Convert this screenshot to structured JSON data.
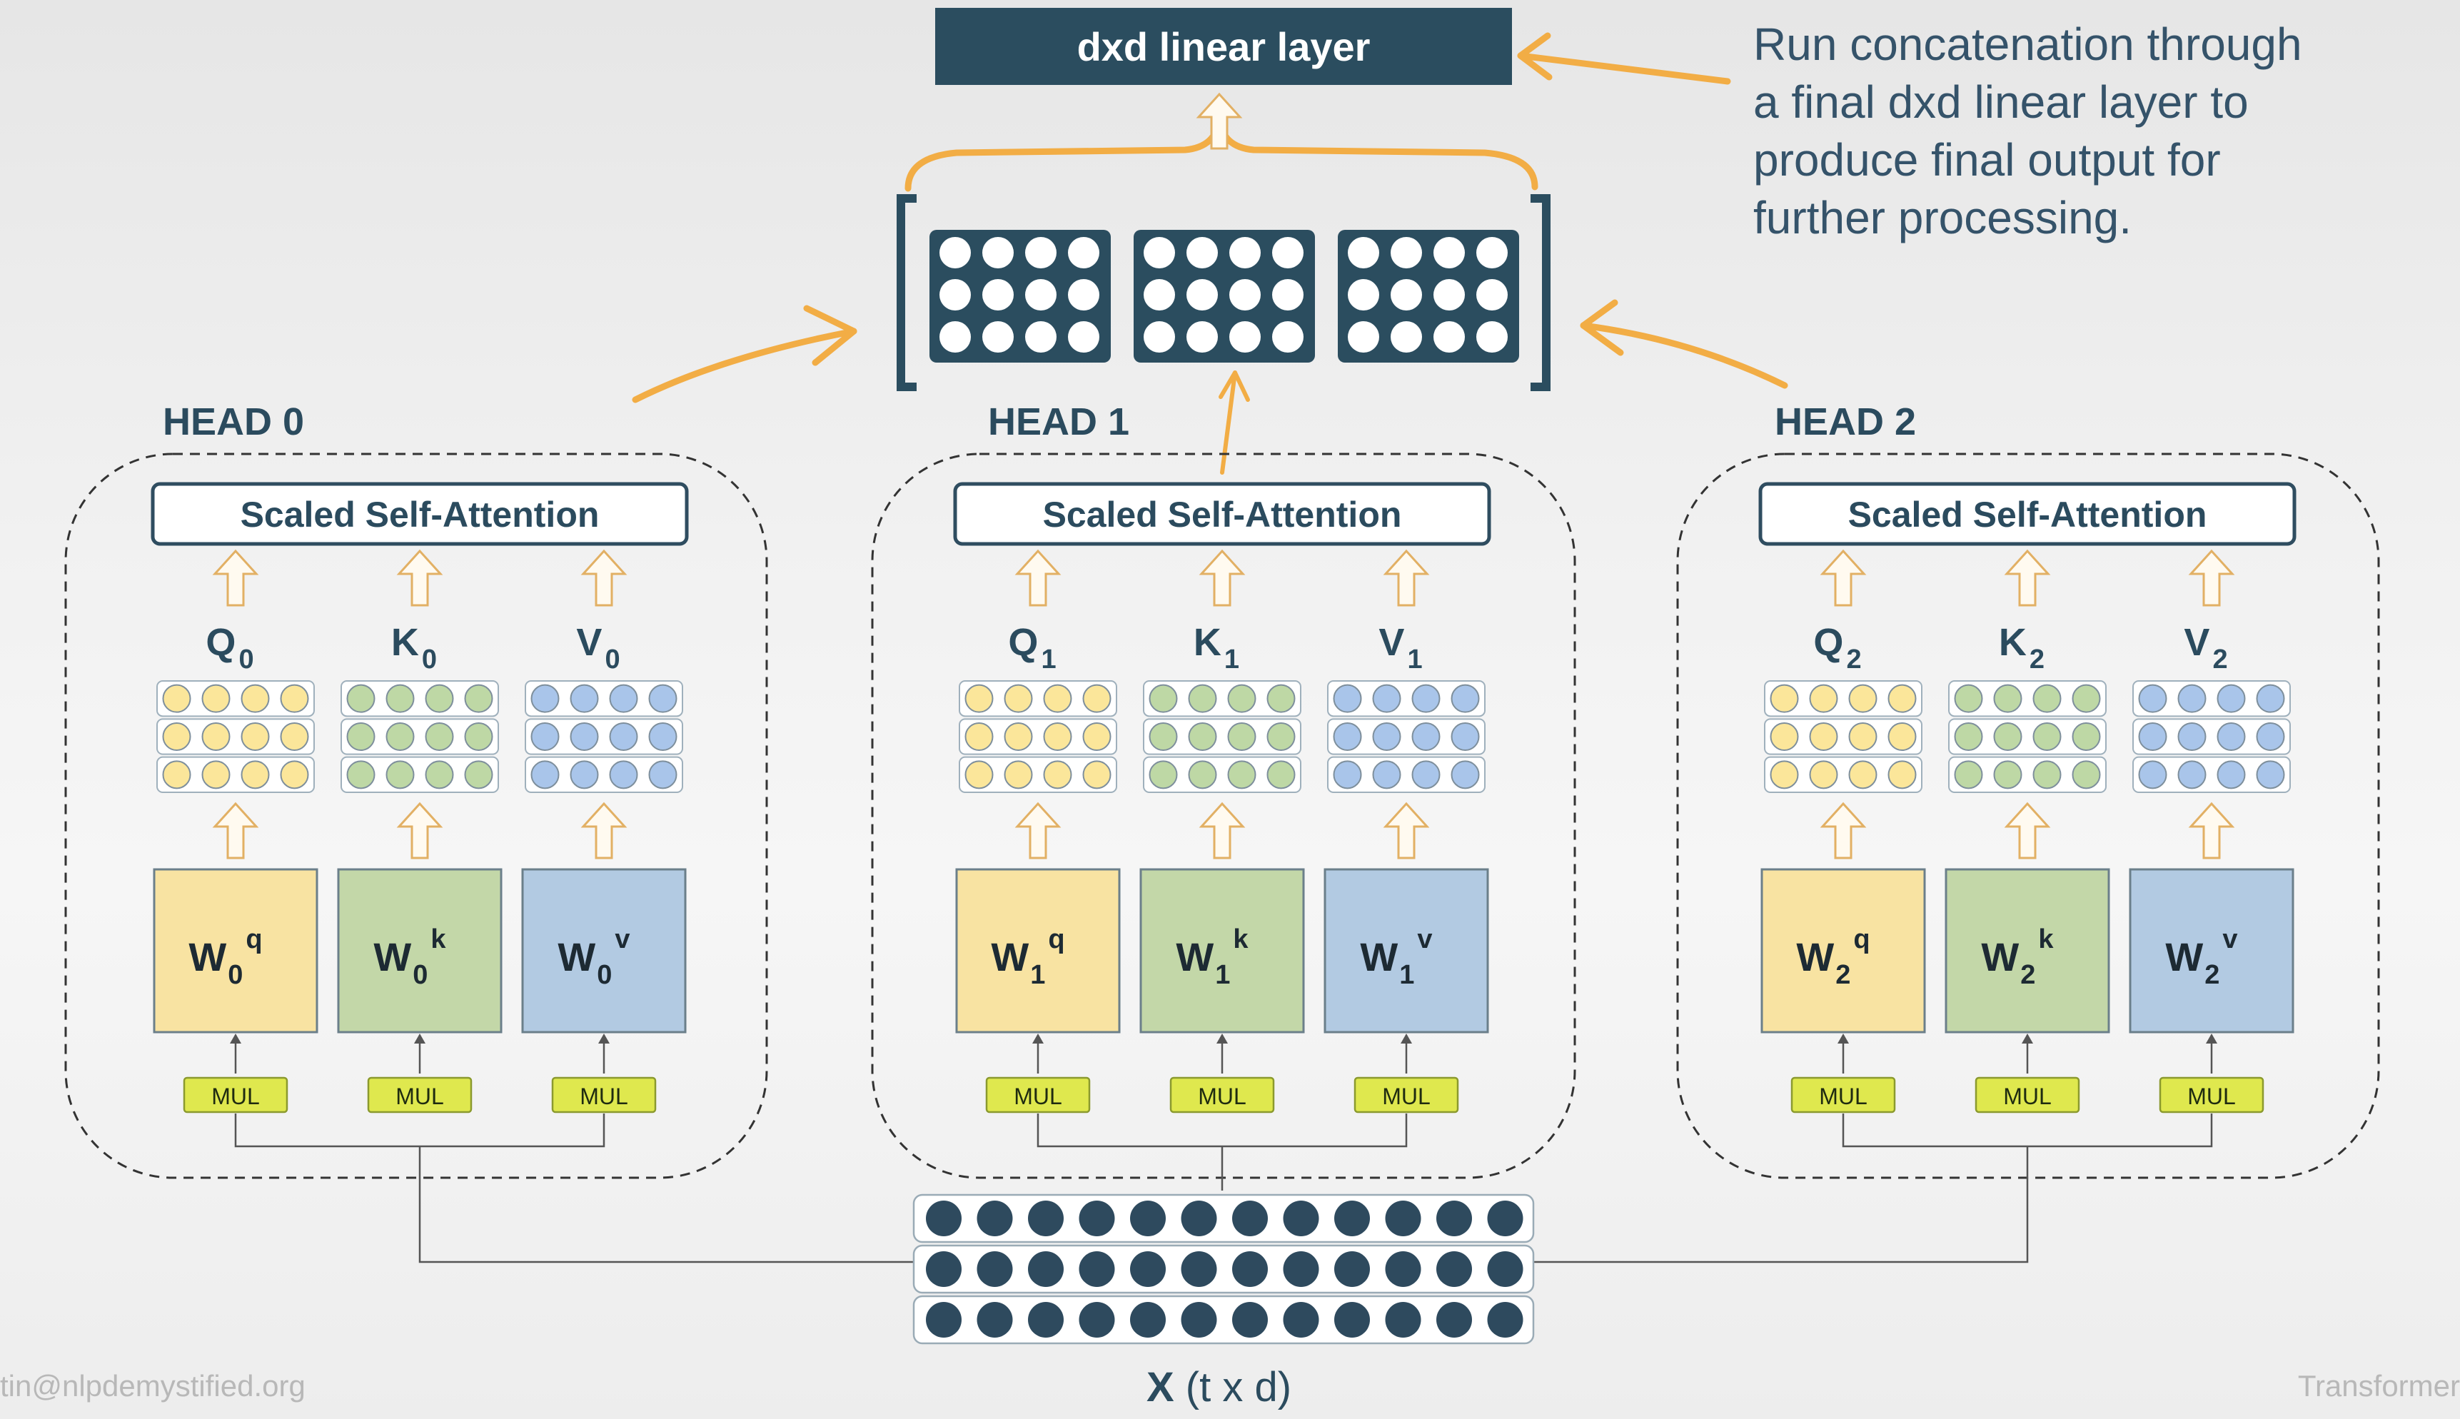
{
  "linear_layer": {
    "label": "dxd linear layer"
  },
  "annotation": {
    "lines": [
      "Run concatenation through",
      "a final dxd linear layer to",
      "produce final output for",
      "further processing."
    ]
  },
  "heads": [
    {
      "title": "HEAD 0",
      "attention_label": "Scaled Self-Attention",
      "index": "0"
    },
    {
      "title": "HEAD 1",
      "attention_label": "Scaled Self-Attention",
      "index": "1"
    },
    {
      "title": "HEAD 2",
      "attention_label": "Scaled Self-Attention",
      "index": "2"
    }
  ],
  "matrix_letters": {
    "q": "Q",
    "k": "K",
    "v": "V"
  },
  "weight_letter": "W",
  "weight_superscripts": {
    "q": "q",
    "k": "k",
    "v": "v"
  },
  "mul_label": "MUL",
  "input": {
    "symbol": "X",
    "dims": " (t x d)"
  },
  "footer": {
    "email": "tin@nlpdemystified.org",
    "course": "Transformer"
  },
  "colors": {
    "dark": "#2b4d5f",
    "node_dark": "#2e4a5e",
    "orange": "#f2ad45",
    "q_fill": "#f8e3a2",
    "q_dot": "#fbe69a",
    "k_fill": "#c3d7a8",
    "k_dot": "#bed8a5",
    "v_fill": "#b2cae2",
    "v_dot": "#a9c5ea",
    "mul_fill": "#dfe84e"
  }
}
